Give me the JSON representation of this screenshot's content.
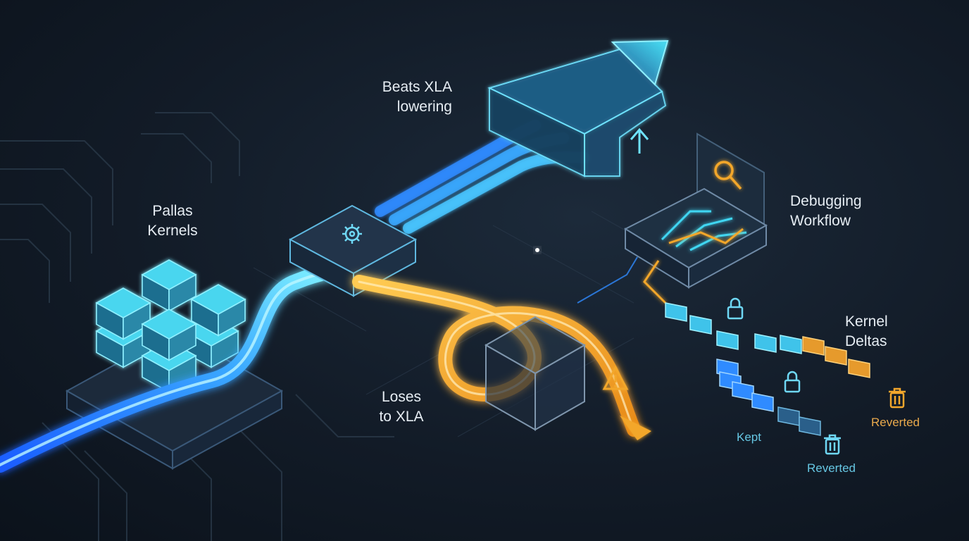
{
  "labels": {
    "pallas_kernels": "Pallas\nKernels",
    "beats_xla": "Beats XLA\nlowering",
    "loses_xla": "Loses\nto XLA",
    "debugging": "Debugging\nWorkflow",
    "kernel_deltas": "Kernel\nDeltas",
    "kept": "Kept",
    "reverted_blue": "Reverted",
    "reverted_orange": "Reverted"
  },
  "colors": {
    "background": "#121b27",
    "blue_stream": "#2f8bff",
    "cyan_accent": "#3fd6f2",
    "orange_stream": "#f3a72c",
    "text": "#e6edf3",
    "kept_text": "#66c7e3",
    "reverted_text": "#e9a94c"
  },
  "icons": [
    "gear-icon",
    "magnifier-icon",
    "lock-icon",
    "warning-icon",
    "trash-icon",
    "up-arrow-icon"
  ]
}
